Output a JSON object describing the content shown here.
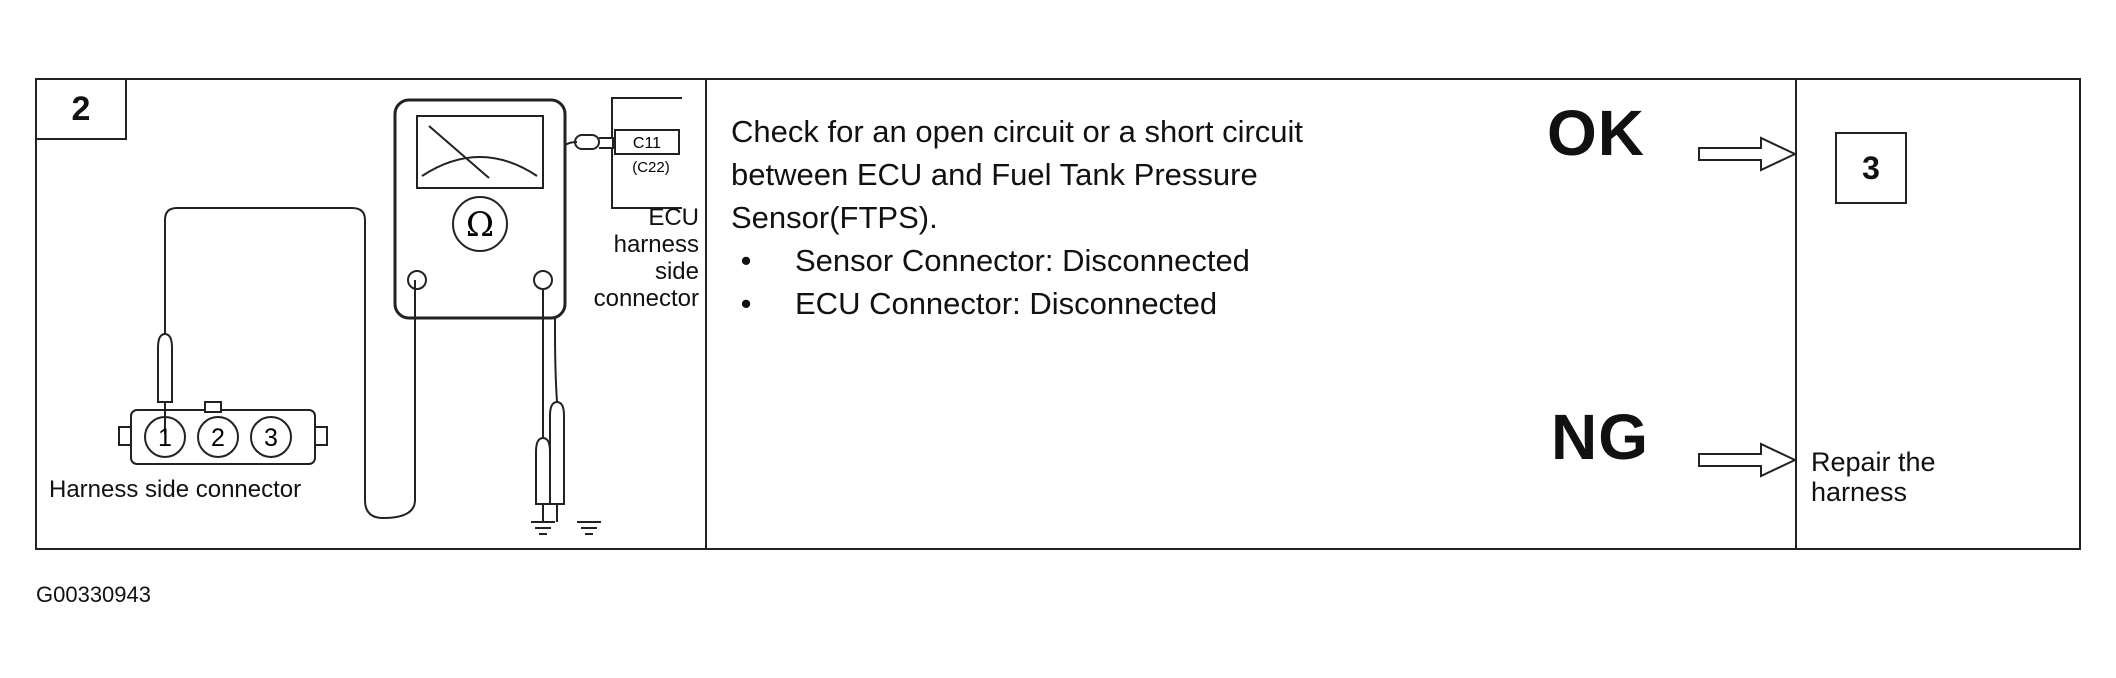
{
  "step": {
    "number": "2"
  },
  "diagram": {
    "meter_symbol": "Ω",
    "ecu_connector_code": "C11",
    "ecu_connector_alt": "(C22)",
    "ecu_label_lines": [
      "ECU",
      "harness",
      "side",
      "connector"
    ],
    "pins": [
      "1",
      "2",
      "3"
    ],
    "harness_label": "Harness side connector"
  },
  "instruction": {
    "text_lines": [
      "Check for an open circuit or a short circuit",
      "between ECU and Fuel Tank Pressure",
      "Sensor(FTPS)."
    ],
    "bullets": [
      "Sensor Connector: Disconnected",
      "ECU Connector: Disconnected"
    ]
  },
  "results": {
    "ok": {
      "label": "OK",
      "next_step": "3"
    },
    "ng": {
      "label": "NG",
      "action_lines": [
        "Repair the",
        "harness"
      ]
    }
  },
  "figure_code": "G00330943"
}
